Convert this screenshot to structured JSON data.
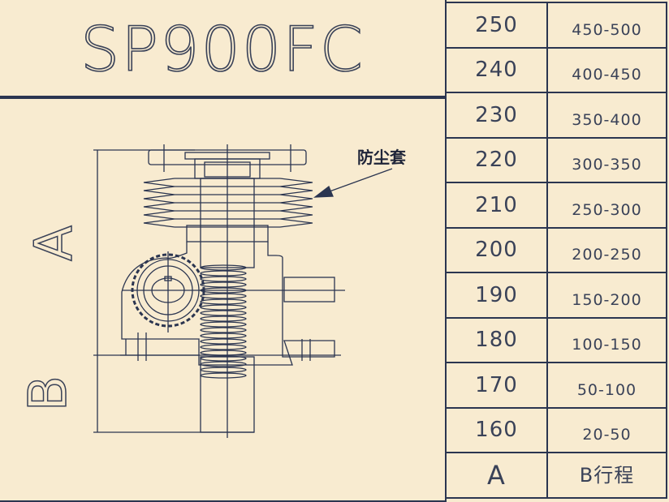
{
  "title": "SP900FC",
  "dimension_labels": {
    "a": "A",
    "b": "B"
  },
  "callout": "防尘套",
  "table": {
    "rows": [
      {
        "a": "250",
        "b": "450-500"
      },
      {
        "a": "240",
        "b": "400-450"
      },
      {
        "a": "230",
        "b": "350-400"
      },
      {
        "a": "220",
        "b": "300-350"
      },
      {
        "a": "210",
        "b": "250-300"
      },
      {
        "a": "200",
        "b": "200-250"
      },
      {
        "a": "190",
        "b": "150-200"
      },
      {
        "a": "180",
        "b": "100-150"
      },
      {
        "a": "170",
        "b": "50-100"
      },
      {
        "a": "160",
        "b": "20-50"
      }
    ],
    "footer": {
      "a": "A",
      "b": "B行程"
    }
  },
  "colors": {
    "background": "#f8ebd0",
    "line": "#2b3550"
  }
}
